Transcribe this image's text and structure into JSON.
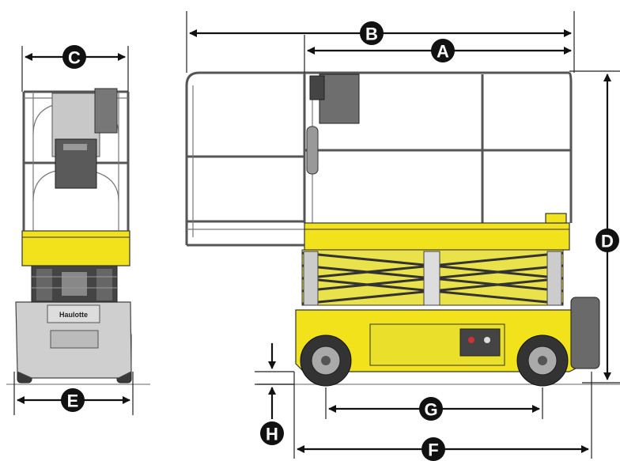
{
  "diagram": {
    "labels": {
      "A": "A",
      "B": "B",
      "C": "C",
      "D": "D",
      "E": "E",
      "F": "F",
      "G": "G",
      "H": "H"
    },
    "logo_text": "Haulotte",
    "colors": {
      "machine_yellow": "#f2e21c",
      "badge": "#111111",
      "chassis_grey": "#cfcfcf"
    }
  }
}
